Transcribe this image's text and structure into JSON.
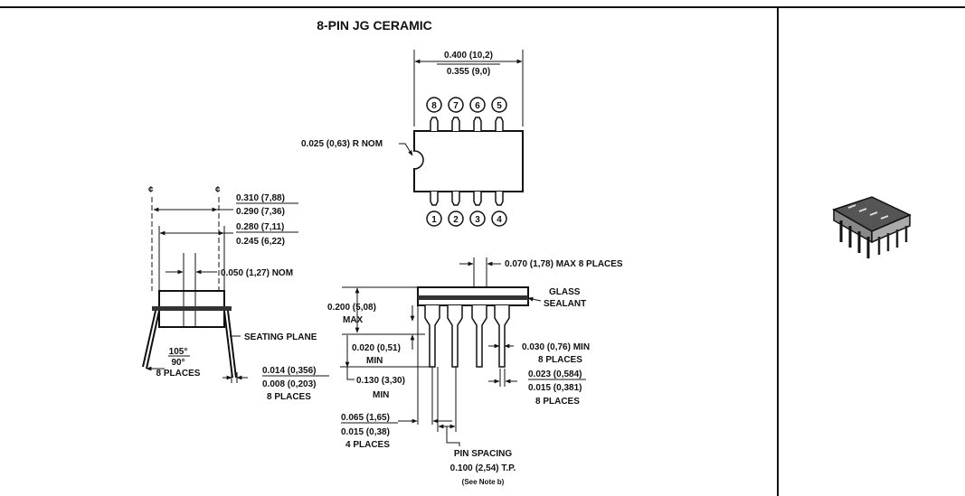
{
  "title": "8-PIN JG CERAMIC",
  "top_view": {
    "width_max": "0.400 (10,2)",
    "width_min": "0.355 (9,0)",
    "notch_radius": "0.025 (0,63) R NOM",
    "pins_top": [
      "8",
      "7",
      "6",
      "5"
    ],
    "pins_bottom": [
      "1",
      "2",
      "3",
      "4"
    ]
  },
  "end_view": {
    "centerline_symbol": "¢",
    "row_spacing_max": "0.310 (7,88)",
    "row_spacing_min": "0.290 (7,36)",
    "body_width_max": "0.280 (7,11)",
    "body_width_min": "0.245 (6,22)",
    "pin_width_nom": "0.050 (1,27) NOM",
    "seating_plane": "SEATING PLANE",
    "angle_max": "105°",
    "angle_min": "90°",
    "angle_places": "8 PLACES",
    "lead_thickness_max": "0.014 (0,356)",
    "lead_thickness_min": "0.008 (0,203)",
    "lead_thickness_places": "8 PLACES"
  },
  "side_view": {
    "shoulder_width": "0.070 (1,78) MAX 8 PLACES",
    "glass": "GLASS",
    "sealant": "SEALANT",
    "height_max": "0.200 (5,08)",
    "height_max_label": "MAX",
    "standoff": "0.020 (0,51)",
    "standoff_label": "MIN",
    "lead_length": "0.130 (3,30)",
    "lead_length_label": "MIN",
    "lead_width_min": "0.030 (0,76) MIN",
    "lead_width_min_places": "8 PLACES",
    "lead_tip_max": "0.023 (0,584)",
    "lead_tip_min": "0.015 (0,381)",
    "lead_tip_places": "8 PLACES",
    "end_lead_max": "0.065 (1,65)",
    "end_lead_min": "0.015 (0,38)",
    "end_lead_places": "4 PLACES",
    "pin_spacing": "PIN SPACING",
    "pin_spacing_value": "0.100 (2,54) T.P.",
    "pin_spacing_note": "(See Note b)"
  }
}
